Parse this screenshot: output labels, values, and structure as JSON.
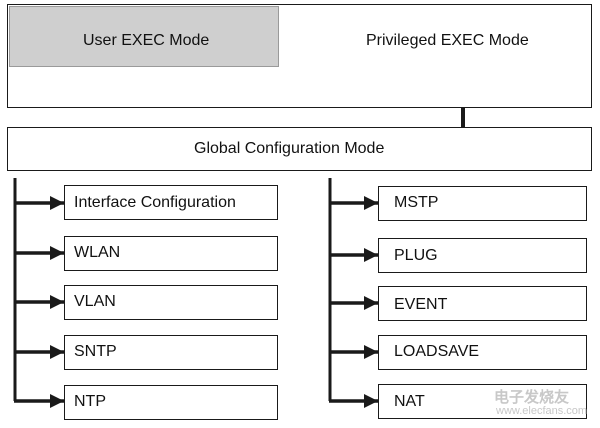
{
  "modes": {
    "user_exec": "User EXEC Mode",
    "privileged_exec": "Privileged EXEC Mode",
    "global_config": "Global Configuration Mode"
  },
  "left_submodes": [
    "Interface Configuration",
    "WLAN",
    "VLAN",
    "SNTP",
    "NTP"
  ],
  "right_submodes": [
    "MSTP",
    "PLUG",
    "EVENT",
    "LOADSAVE",
    "NAT"
  ],
  "watermark": {
    "text": "电子发烧友",
    "url": "www.elecfans.com"
  },
  "colors": {
    "user_exec_fill": "#cfcfcf",
    "line": "#1a1a1a"
  }
}
